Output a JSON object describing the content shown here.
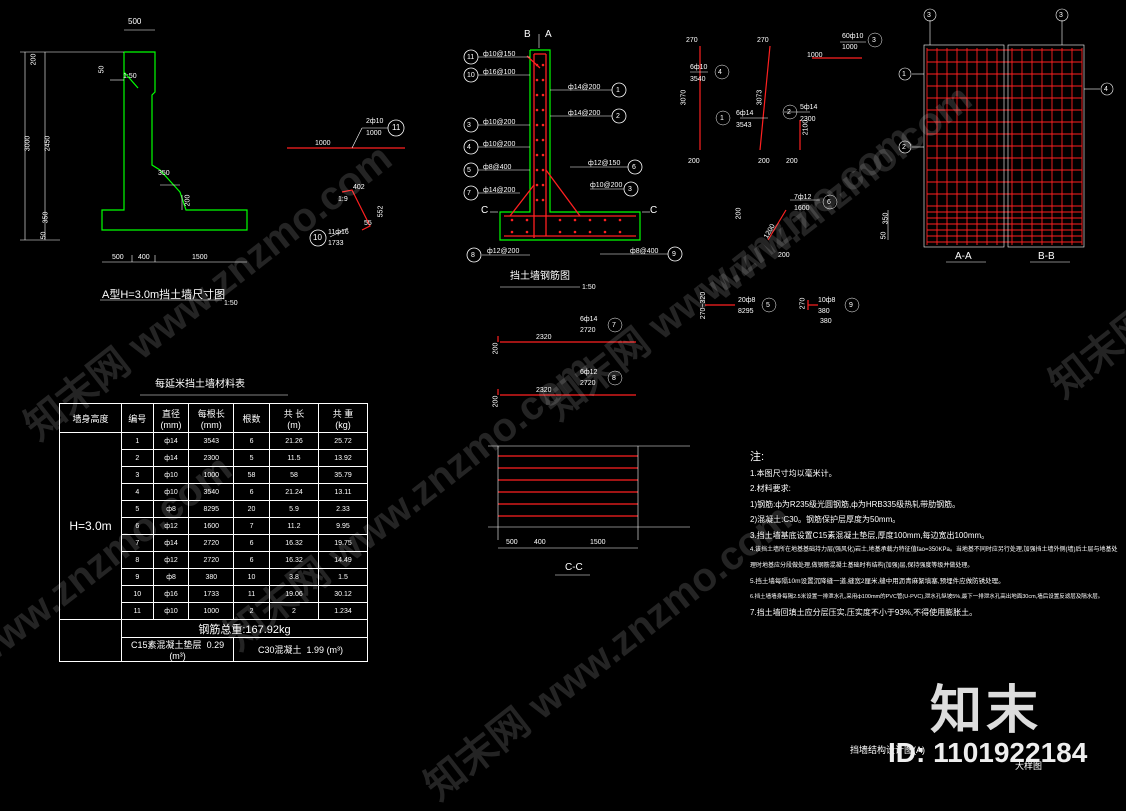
{
  "left_drawing": {
    "dims_top": "500",
    "dims_left": [
      "200",
      "3000",
      "2450",
      "350",
      "50"
    ],
    "dim_small": [
      "50",
      "1:50"
    ],
    "dim_mid": "350",
    "dim_mid2": "200",
    "dims_bottom": [
      "500",
      "400",
      "1500"
    ],
    "title": "A型H=3.0m挡土墙尺寸图",
    "scale": "1:50"
  },
  "bar_11": {
    "spec": "2ф10",
    "len": "1000",
    "tag": "11",
    "dim": "1000"
  },
  "bar_10": {
    "spec": "11ф16",
    "len": "1733",
    "tag": "10",
    "d1": "402",
    "d2": "1:9",
    "d3": "552",
    "d4": "55"
  },
  "section_labels": {
    "b": "B",
    "a": "A",
    "c1": "C",
    "c2": "C"
  },
  "rebar_callouts": [
    {
      "text": "ф10@150",
      "tag": "11"
    },
    {
      "text": "ф16@100",
      "tag": "10"
    },
    {
      "text": "ф14@200",
      "tag": "1"
    },
    {
      "text": "ф14@200",
      "tag": "2"
    },
    {
      "text": "ф10@200",
      "tag": "3"
    },
    {
      "text": "ф10@200",
      "tag": "4"
    },
    {
      "text": "ф8@400",
      "tag": "5"
    },
    {
      "text": "ф12@150",
      "tag": "6"
    },
    {
      "text": "ф14@200",
      "tag": "7"
    },
    {
      "text": "ф10@200",
      "tag": "3"
    },
    {
      "text": "ф12@200",
      "tag": "8"
    },
    {
      "text": "ф8@400",
      "tag": "9"
    }
  ],
  "rebar_title": "挡土墙钢筋图",
  "rebar_scale": "1:50",
  "bar_shapes": [
    {
      "tag": "4",
      "spec": "6ф10",
      "len": "3540",
      "dims": [
        "270",
        "3070",
        "200"
      ]
    },
    {
      "tag": "1",
      "spec": "6ф14",
      "len": "3543",
      "dims": [
        "270",
        "3073",
        "200"
      ]
    },
    {
      "tag": "2",
      "spec": "5ф14",
      "len": "2300",
      "dims": [
        "2100",
        "200"
      ]
    },
    {
      "tag": "3",
      "spec": "60ф10",
      "len": "1000",
      "dims": [
        "1000"
      ]
    },
    {
      "tag": "6",
      "spec": "7ф12",
      "len": "1600",
      "dims": [
        "200",
        "1200",
        "200"
      ]
    },
    {
      "tag": "5",
      "spec": "20ф8",
      "len": "8295",
      "dims": [
        "270~320"
      ]
    },
    {
      "tag": "9",
      "spec": "10ф8",
      "len": "380",
      "dims": [
        "270",
        "380"
      ]
    },
    {
      "tag": "7",
      "spec": "6ф14",
      "len": "2720",
      "dims": [
        "200",
        "2320"
      ]
    },
    {
      "tag": "8",
      "spec": "6ф12",
      "len": "2720",
      "dims": [
        "200",
        "2320"
      ]
    }
  ],
  "cc_section": {
    "dims": [
      "500",
      "400",
      "1500"
    ],
    "label": "C-C"
  },
  "aa_bb": {
    "labels": [
      "A-A",
      "B-B"
    ],
    "tags": [
      "3",
      "3",
      "1",
      "4",
      "2"
    ],
    "dims": [
      "50",
      "350"
    ]
  },
  "table": {
    "title": "每延米挡土墙材料表",
    "headers": [
      "墙身高度",
      "编号",
      "直径",
      "(mm)",
      "每根长",
      "(mm)",
      "根数",
      "共 长",
      "(m)",
      "共 重",
      "(kg)"
    ],
    "height_label": "H=3.0m",
    "rows": [
      [
        "1",
        "ф14",
        "3543",
        "6",
        "21.26",
        "25.72"
      ],
      [
        "2",
        "ф14",
        "2300",
        "5",
        "11.5",
        "13.92"
      ],
      [
        "3",
        "ф10",
        "1000",
        "58",
        "58",
        "35.79"
      ],
      [
        "4",
        "ф10",
        "3540",
        "6",
        "21.24",
        "13.11"
      ],
      [
        "5",
        "ф8",
        "8295",
        "20",
        "5.9",
        "2.33"
      ],
      [
        "6",
        "ф12",
        "1600",
        "7",
        "11.2",
        "9.95"
      ],
      [
        "7",
        "ф14",
        "2720",
        "6",
        "16.32",
        "19.75"
      ],
      [
        "8",
        "ф12",
        "2720",
        "6",
        "16.32",
        "14.49"
      ],
      [
        "9",
        "ф8",
        "380",
        "10",
        "3.8",
        "1.5"
      ],
      [
        "10",
        "ф16",
        "1733",
        "11",
        "19.06",
        "30.12"
      ],
      [
        "11",
        "ф10",
        "1000",
        "2",
        "2",
        "1.234"
      ]
    ],
    "total": "钢筋总重:167.92kg",
    "c15_label": "C15素混凝土垫层",
    "c15_value": "0.29 (m³)",
    "c30_label": "C30混凝土",
    "c30_value": "1.99 (m³)"
  },
  "notes": {
    "heading": "注:",
    "lines": [
      "1.本图尺寸均以毫米计。",
      "2.材料要求:",
      "1)钢筋:ф为R235级光圆钢筋,ф为HRB335级热轧带肋钢筋。",
      "2)混凝土:C30。钢筋保护层厚度为50mm。",
      "3.挡土墙基底设置C15素混凝土垫层,厚度100mm,每边宽出100mm。",
      "4.该挡土墙所在地基基础持力层(强风化)岩土,地基承载力特征值fao=350KPa。当地基不同时应另行处理,加强挡土墙外侧(墙)后土层与地基处",
      "  理时地基应分段做处理,做钢筋混凝土基础时有结构(加强)层,保持强度等级并做处理。",
      "5.挡土墙每隔10m设置沉降缝一道,缝宽2厘米,缝中用沥青麻絮填塞,预埋件应做防锈处理。",
      "6.挡土墙墙身每隔2.5米设置一排泄水孔,采用ф100mm的PVC管(U-PVC),泄水孔纵坡5%,最下一排泄水孔高出地面30cm,墙后设置反滤层及隔水层。",
      "7.挡土墙回填土应分层压实,压实度不小于93%,不得使用膨胀土。"
    ]
  },
  "footer_title": "挡墙结构设计图(A)",
  "footer_sub": "大样图",
  "watermarks": [
    "知末网 www.znzmo.com",
    "知末网 www.znzmo.com",
    "www.znzmo.com",
    "知末网 www.znzmo.com",
    "知末网",
    "www.znzmo.com",
    "知末网 www.znzmo.com"
  ],
  "brand": "知末",
  "id_text": "ID: 1101922184",
  "colors": {
    "bg": "#000000",
    "concrete": "#00ff00",
    "rebar": "#ff2020",
    "line": "#ffffff"
  }
}
